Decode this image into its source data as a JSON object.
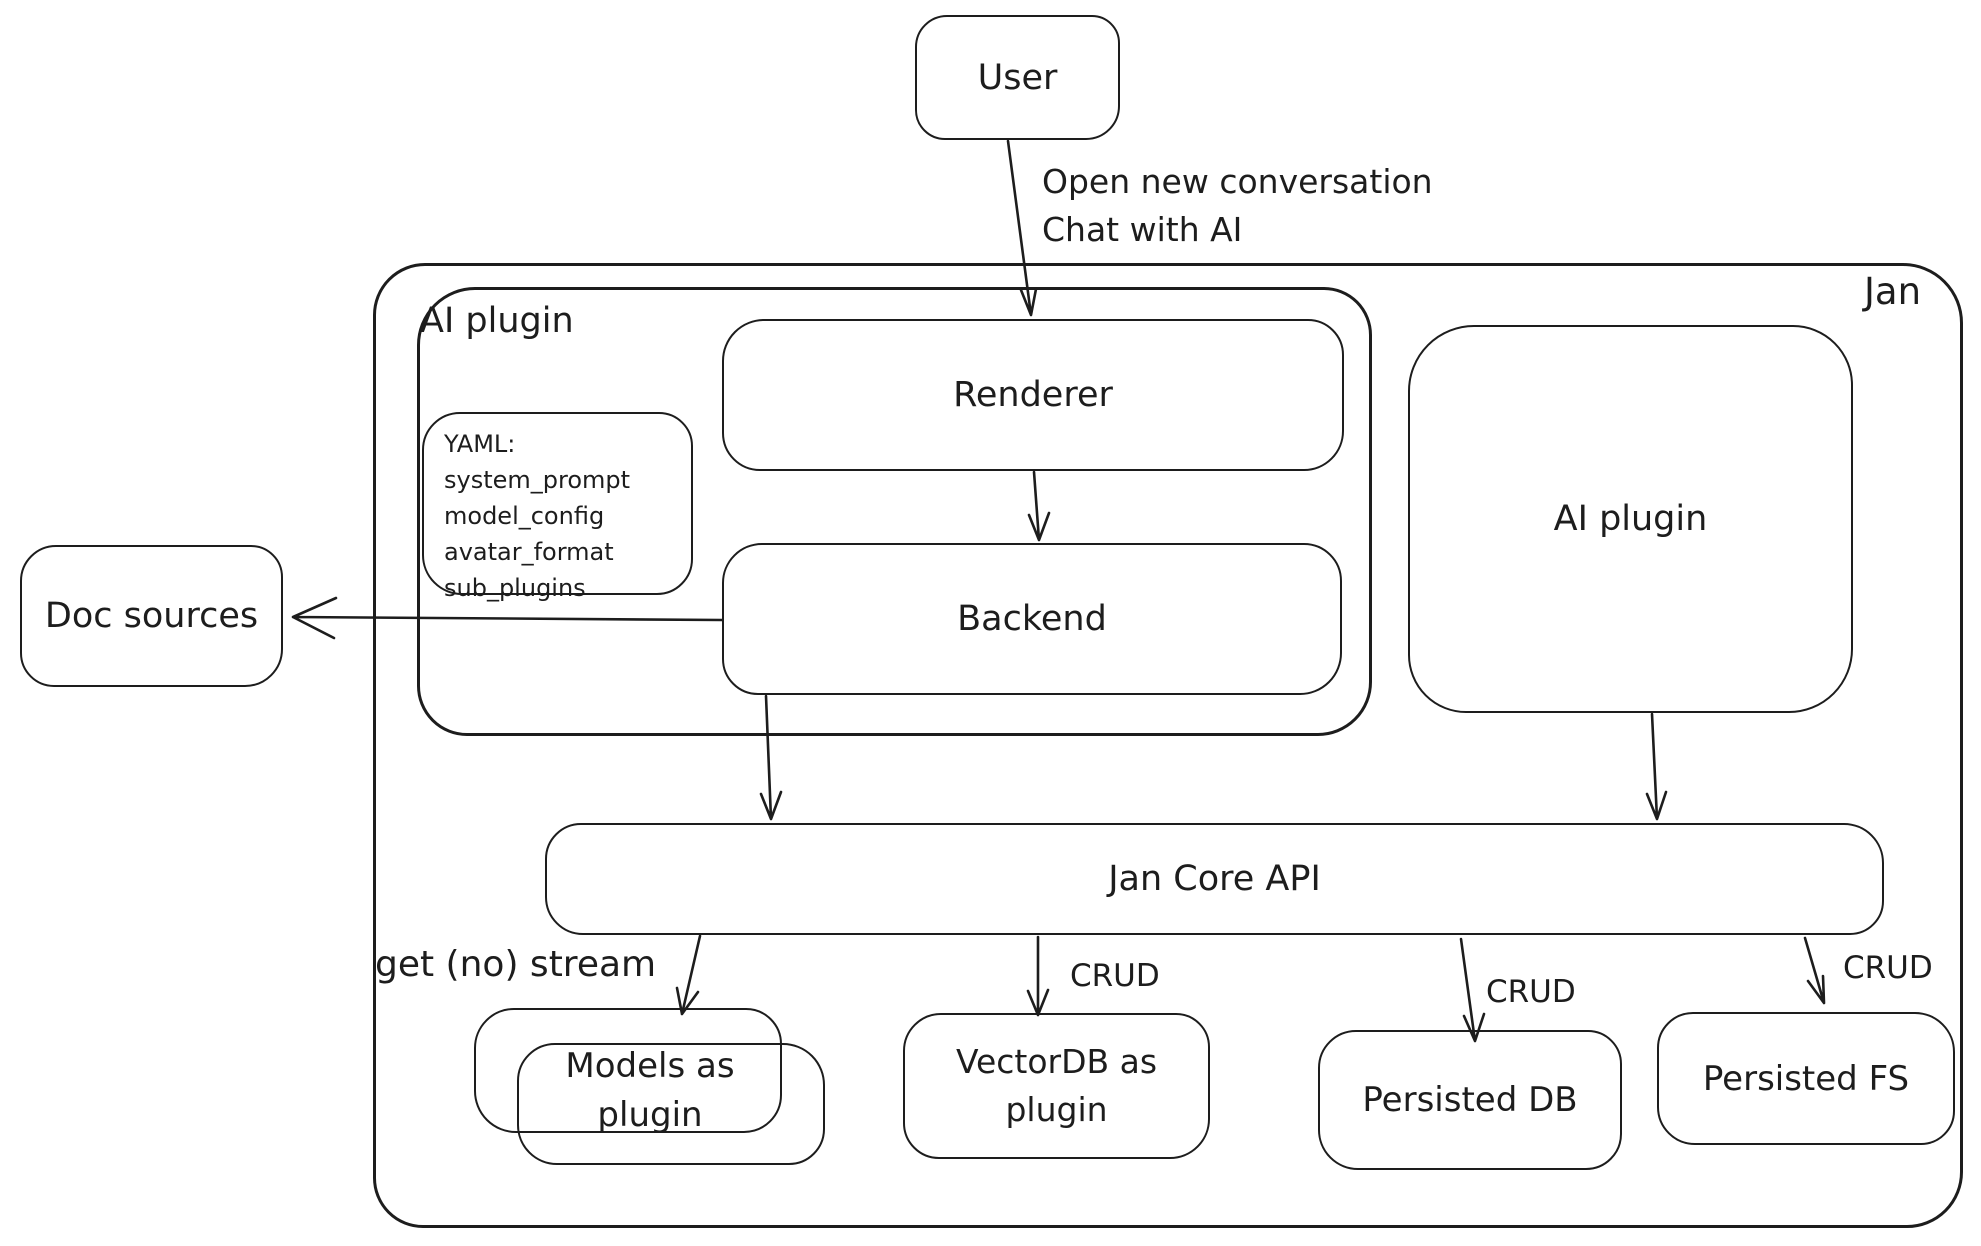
{
  "colors": {
    "stroke": "#1d1d1d",
    "background": "#ffffff"
  },
  "nodes": {
    "user": {
      "label": "User"
    },
    "jan_container": {
      "label": "Jan"
    },
    "ai_plugin_container": {
      "label": "AI plugin"
    },
    "renderer": {
      "label": "Renderer"
    },
    "backend": {
      "label": "Backend"
    },
    "yaml_note": {
      "lines": [
        "YAML:",
        "system_prompt",
        "model_config",
        "avatar_format",
        "sub_plugins"
      ]
    },
    "ai_plugin_box": {
      "label": "AI plugin"
    },
    "doc_sources": {
      "label": "Doc sources"
    },
    "jan_core_api": {
      "label": "Jan Core API"
    },
    "models_as_plugin": {
      "lines": [
        "Models as",
        "plugin"
      ]
    },
    "vectordb_as_plugin": {
      "lines": [
        "VectorDB as",
        "plugin"
      ]
    },
    "persisted_db": {
      "label": "Persisted DB"
    },
    "persisted_fs": {
      "label": "Persisted FS"
    }
  },
  "edge_labels": {
    "user_to_renderer": {
      "lines": [
        "Open new conversation",
        "Chat with AI"
      ]
    },
    "core_to_models": {
      "label": "get (no) stream"
    },
    "core_to_vectordb": {
      "label": "CRUD"
    },
    "core_to_persisted_db": {
      "label": "CRUD"
    },
    "core_to_persisted_fs": {
      "label": "CRUD"
    }
  }
}
